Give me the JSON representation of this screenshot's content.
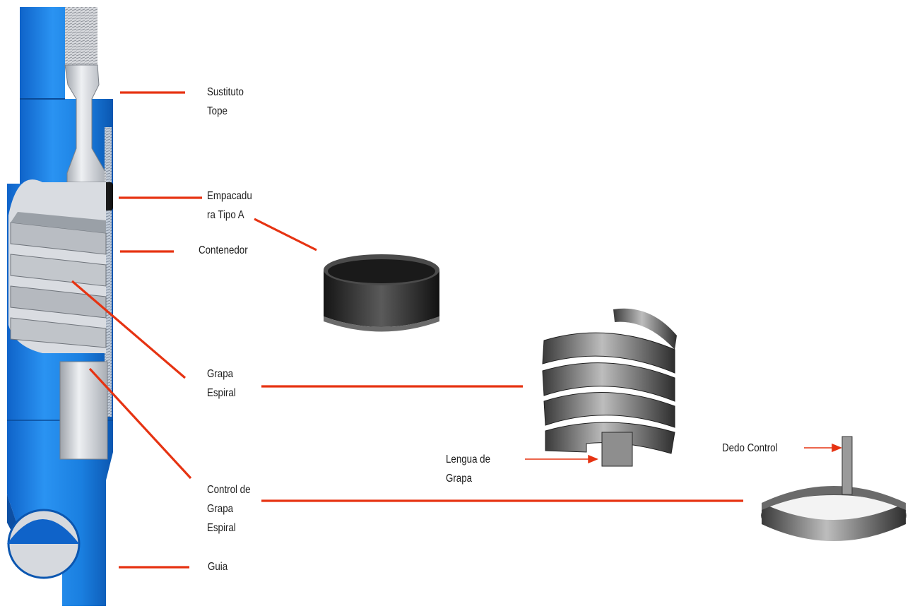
{
  "labels": {
    "sustituto_tope": [
      "Sustituto",
      "Tope"
    ],
    "empacadura": [
      "Empacadu",
      "ra Tipo A"
    ],
    "contenedor": [
      "Contenedor"
    ],
    "grapa_espiral": [
      "Grapa",
      "Espiral"
    ],
    "control_grapa": [
      "Control de",
      "Grapa",
      "Espiral"
    ],
    "guia": [
      "Guia"
    ],
    "lengua_grapa": [
      "Lengua de",
      "Grapa"
    ],
    "dedo_control": [
      "Dedo Control"
    ]
  },
  "colors": {
    "leader_line": "#e63312",
    "pipe_blue": "#1a7fe0",
    "pipe_blue_dark": "#0b5cb8",
    "steel_grey": "#c8ccd2",
    "part_dark": "#2b2b2b"
  }
}
